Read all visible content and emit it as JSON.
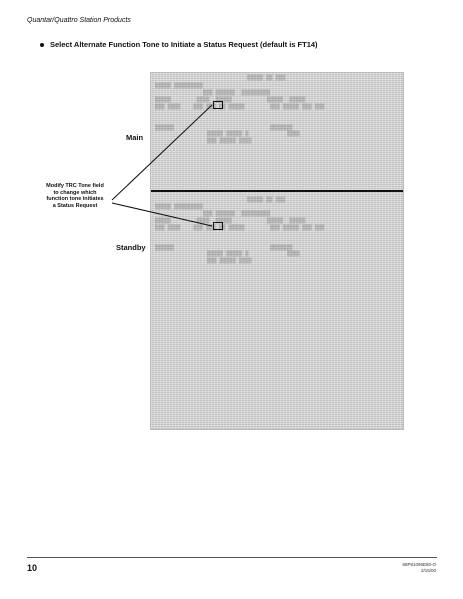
{
  "header": {
    "running_title": "Quantar/Quattro Station Products"
  },
  "instruction": {
    "text": "Select Alternate Function Tone to Initiate a Status Request (default is FT14)"
  },
  "labels": {
    "main": "Main",
    "standby": "Standby"
  },
  "callout": {
    "line1": "Modify TRC Tone field",
    "line2": "to change which",
    "line3": "function tone initiates",
    "line4": "a Status Request"
  },
  "footer": {
    "page_number": "10",
    "doc_number": "68P81095E80-O",
    "doc_date": "2/15/00"
  }
}
